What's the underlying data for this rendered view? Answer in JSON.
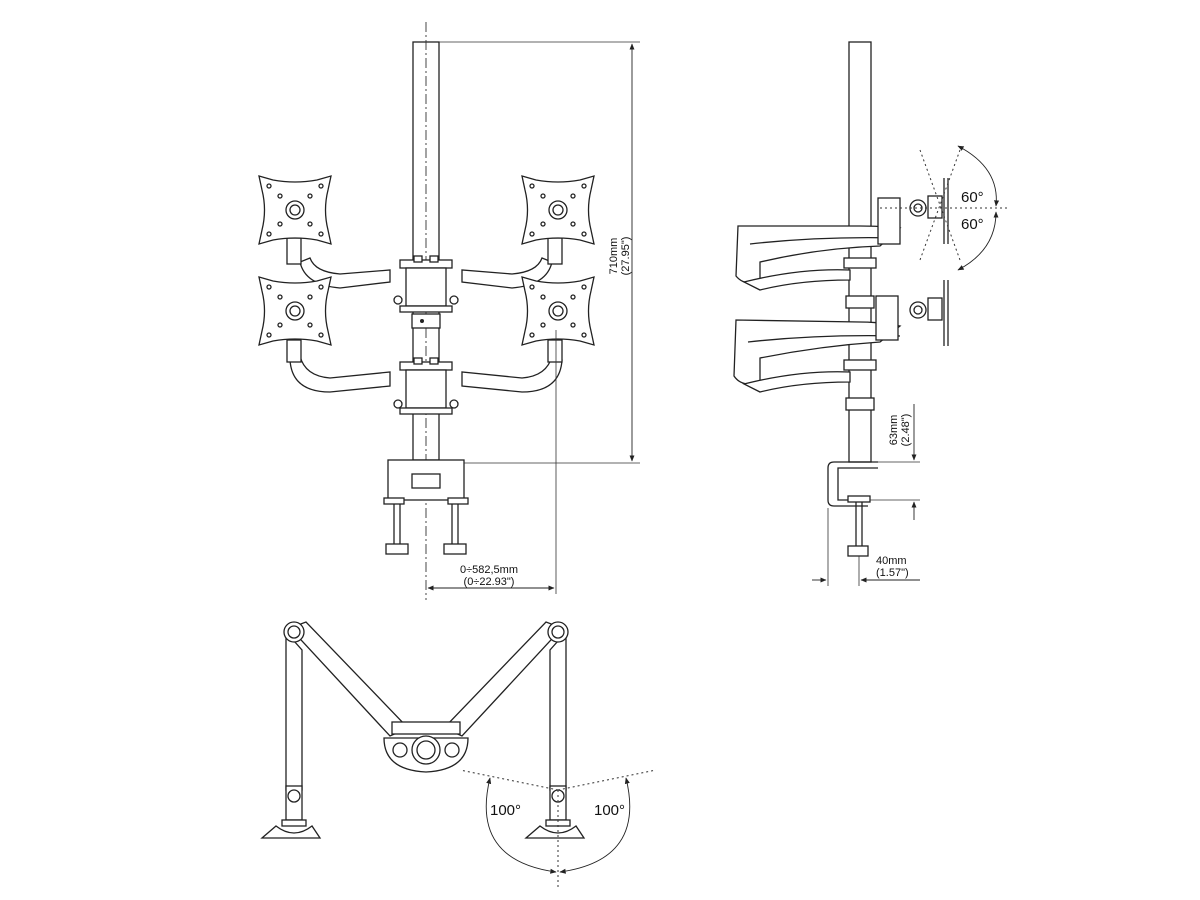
{
  "front_view": {
    "height_dimension": {
      "mm": "710mm",
      "inch": "(27.95\")"
    },
    "reach_dimension": {
      "mm": "0÷582,5mm",
      "inch": "(0÷22.93\")"
    }
  },
  "side_view": {
    "tilt_up": "60°",
    "tilt_down": "60°",
    "clamp_opening": {
      "mm": "63mm",
      "inch": "(2.48\")"
    },
    "clamp_offset": {
      "mm": "40mm",
      "inch": "(1.57\")"
    }
  },
  "top_view": {
    "rotation_left": "100°",
    "rotation_right": "100°"
  }
}
